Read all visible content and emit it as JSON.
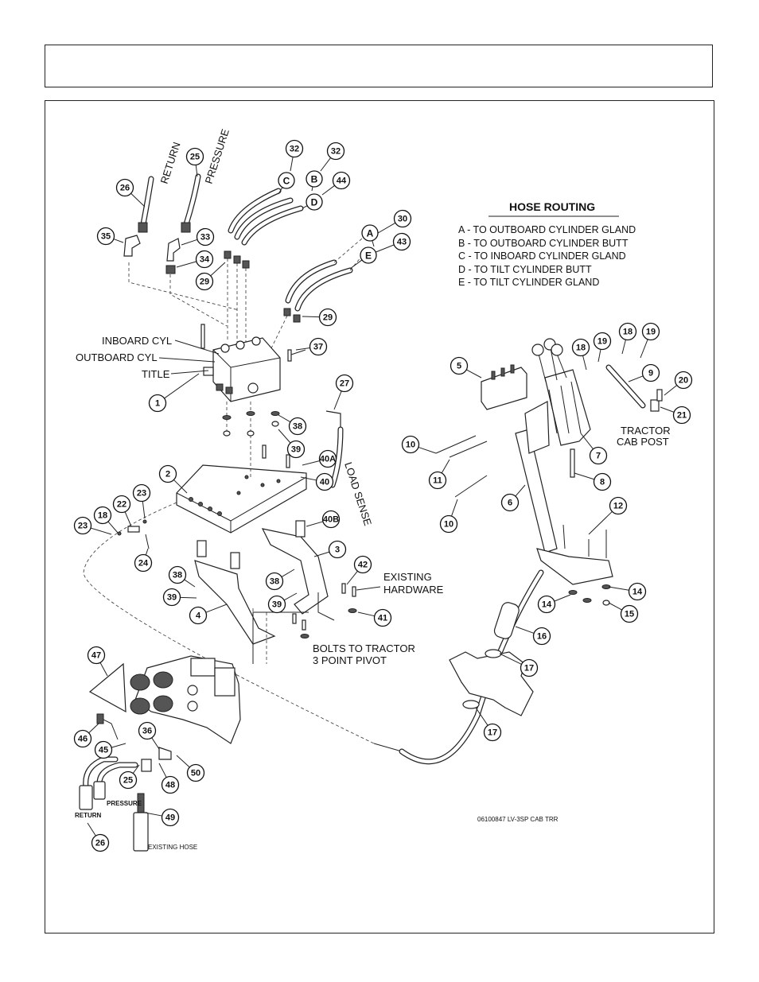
{
  "hose_routing": {
    "title": "HOSE ROUTING",
    "lines": [
      "A - TO OUTBOARD CYLINDER GLAND",
      "B - TO OUTBOARD CYLINDER BUTT",
      "C - TO INBOARD CYLINDER GLAND",
      "D - TO TILT CYLINDER BUTT",
      "E - TO TILT CYLINDER GLAND"
    ]
  },
  "labels": {
    "return": "RETURN",
    "pressure": "PRESSURE",
    "inboard_cyl": "INBOARD CYL",
    "outboard_cyl": "OUTBOARD CYL",
    "title": "TITLE",
    "load_sense": "LOAD SENSE",
    "tractor_cab_post_1": "TRACTOR",
    "tractor_cab_post_2": "CAB POST",
    "existing_hardware_1": "EXISTING",
    "existing_hardware_2": "HARDWARE",
    "bolts_1": "BOLTS TO TRACTOR",
    "bolts_2": "3 POINT PIVOT",
    "pressure_small": "PRESSURE",
    "return_small": "RETURN",
    "existing_hose": "EXISTING HOSE",
    "drawing_id": "06100847 LV-3SP CAB TRR"
  },
  "letters": {
    "a": "A",
    "b": "B",
    "c": "C",
    "d": "D",
    "e": "E"
  },
  "callouts": {
    "c1": "1",
    "c2": "2",
    "c3": "3",
    "c4": "4",
    "c5": "5",
    "c6": "6",
    "c7": "7",
    "c8": "8",
    "c9": "9",
    "c10a": "10",
    "c10b": "10",
    "c11": "11",
    "c12": "12",
    "c14a": "14",
    "c14b": "14",
    "c15": "15",
    "c16": "16",
    "c17a": "17",
    "c17b": "17",
    "c18a": "18",
    "c18b": "18",
    "c18c": "18",
    "c19a": "19",
    "c19b": "19",
    "c20": "20",
    "c21": "21",
    "c22": "22",
    "c23a": "23",
    "c23b": "23",
    "c24": "24",
    "c25": "25",
    "c25b": "25",
    "c26": "26",
    "c26b": "26",
    "c27": "27",
    "c29a": "29",
    "c29b": "29",
    "c30": "30",
    "c32a": "32",
    "c32b": "32",
    "c33": "33",
    "c34": "34",
    "c35": "35",
    "c36": "36",
    "c37": "37",
    "c38a": "38",
    "c38b": "38",
    "c38c": "38",
    "c39a": "39",
    "c39b": "39",
    "c39c": "39",
    "c40": "40",
    "c40a": "40A",
    "c40b": "40B",
    "c41": "41",
    "c42": "42",
    "c43": "43",
    "c44": "44",
    "c45": "45",
    "c46": "46",
    "c47": "47",
    "c48": "48",
    "c49": "49",
    "c50": "50"
  }
}
